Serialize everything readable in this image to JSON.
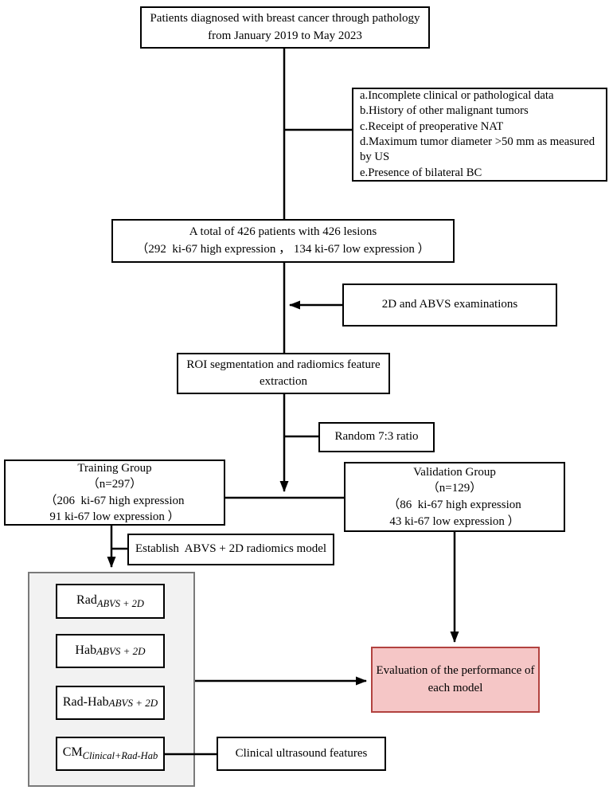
{
  "boxes": {
    "patients": {
      "lines": [
        "Patients diagnosed with breast cancer through pathology",
        "from January 2019 to May 2023"
      ]
    },
    "exclusion": {
      "lines": [
        "a.Incomplete clinical or pathological data",
        "b.History of other malignant tumors",
        "c.Receipt of preoperative NAT",
        "d.Maximum tumor diameter >50 mm as measured",
        "by US",
        "e.Presence of bilateral BC"
      ]
    },
    "total": {
      "lines": [
        "A total of 426 patients with 426 lesions",
        "（292  ki-67 high expression ， 134 ki-67 low expression ）"
      ]
    },
    "abvs_exam": {
      "text": "2D and ABVS examinations"
    },
    "roi": {
      "lines": [
        "ROI segmentation and radiomics feature",
        "extraction"
      ]
    },
    "random_ratio": {
      "text": "Random 7:3 ratio"
    },
    "training": {
      "lines": [
        "Training Group",
        "（n=297）",
        "（206  ki-67 high expression",
        "91 ki-67 low expression ）"
      ]
    },
    "validation": {
      "lines": [
        "Validation Group",
        "（n=129）",
        "（86  ki-67 high expression",
        "43 ki-67 low expression ）"
      ]
    },
    "establish": {
      "text": "Establish  ABVS + 2D radiomics model"
    },
    "evaluation": {
      "lines": [
        "Evaluation of the performance of",
        "each model"
      ]
    },
    "clinical": {
      "text": "Clinical ultrasound features"
    }
  },
  "models": [
    {
      "main": "Rad",
      "suffix": "ABVS + 2D"
    },
    {
      "main": "Hab",
      "suffix": "ABVS + 2D"
    },
    {
      "main": "Rad-Hab",
      "suffix": "ABVS + 2D"
    },
    {
      "main": "CM",
      "suffix": "Clinical+Rad-Hab"
    }
  ],
  "colors": {
    "highlight_fill": "#f5c6c6",
    "highlight_border": "#b2423f",
    "container_fill": "#f2f2f2",
    "container_border": "#7a7a7a",
    "line_color": "#000000"
  }
}
